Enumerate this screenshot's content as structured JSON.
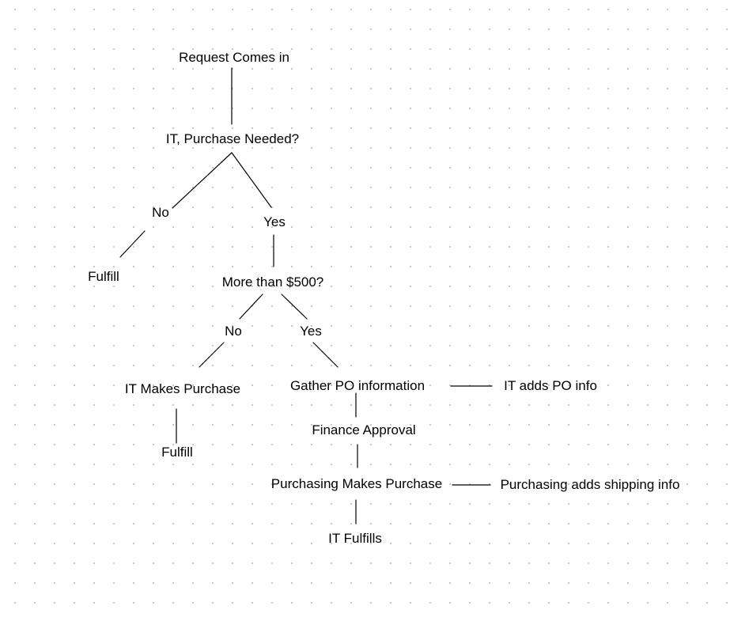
{
  "canvas": {
    "background_color": "#ffffff",
    "dot_color": "#c9c9c9",
    "line_color": "#000000",
    "text_color": "#000000"
  },
  "diagram": {
    "type": "decision-tree",
    "nodes": {
      "request_comes_in": "Request Comes in",
      "it_purchase_needed": "IT, Purchase Needed?",
      "branch1_no": "No",
      "branch1_yes": "Yes",
      "fulfill_1": "Fulfill",
      "more_than_500": "More than $500?",
      "branch2_no": "No",
      "branch2_yes": "Yes",
      "it_makes_purchase": "IT Makes Purchase",
      "fulfill_2": "Fulfill",
      "gather_po_information": "Gather PO information",
      "it_adds_po_info": "IT adds PO info",
      "finance_approval": "Finance Approval",
      "purchasing_makes_purchase": "Purchasing Makes Purchase",
      "purchasing_adds_shipping_info": "Purchasing adds shipping info",
      "it_fulfills": "IT Fulfills"
    }
  }
}
